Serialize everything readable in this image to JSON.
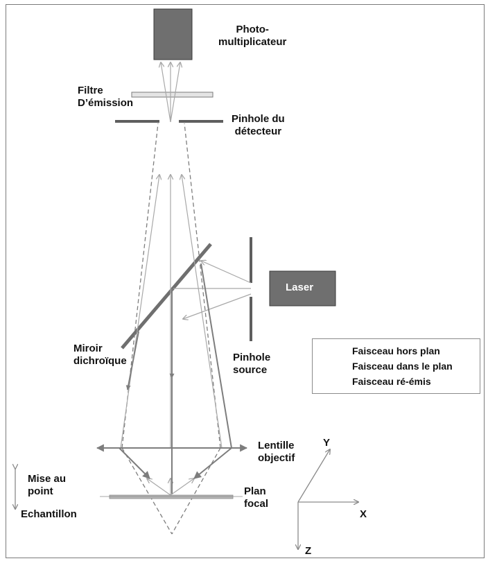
{
  "labels": {
    "photomultiplier": "Photo-\nmultiplicateur",
    "emission_filter": "Filtre\nD’émission",
    "detector_pinhole": "Pinhole du\ndétecteur",
    "laser": "Laser",
    "dichroic_mirror": "Miroir\ndichroïque",
    "source_pinhole": "Pinhole\nsource",
    "objective_lens": "Lentille\nobjectif",
    "focus": "Mise au\npoint",
    "focal_plane": "Plan\nfocal",
    "sample": "Echantillon",
    "axis_x": "X",
    "axis_y": "Y",
    "axis_z": "Z"
  },
  "legend": {
    "out_of_plane": "Faisceau hors plan",
    "in_plane": "Faisceau dans le plan",
    "re_emitted": "Faisceau ré-émis"
  },
  "colors": {
    "component_fill": "#6f6f6f",
    "component_stroke": "#3a3a3a",
    "filter_fill": "#e4e4e4",
    "beam_dark": "#7d7d7d",
    "beam_light": "#a8a8a8",
    "text": "#111111"
  }
}
